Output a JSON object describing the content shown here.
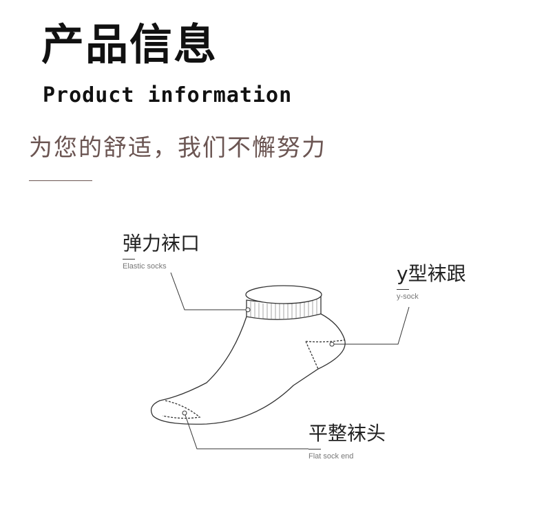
{
  "header": {
    "title_cn": "产品信息",
    "title_en": "Product information",
    "slogan": "为您的舒适，我们不懈努力"
  },
  "callouts": [
    {
      "cn": "弹力袜口",
      "en": "Elastic socks"
    },
    {
      "cn": "y型袜跟",
      "en": "y-sock"
    },
    {
      "cn": "平整袜头",
      "en": "Flat sock end"
    }
  ],
  "colors": {
    "title": "#111111",
    "slogan": "#6b5552",
    "outline": "#333333"
  },
  "icons": [
    "sock-outline-icon"
  ]
}
